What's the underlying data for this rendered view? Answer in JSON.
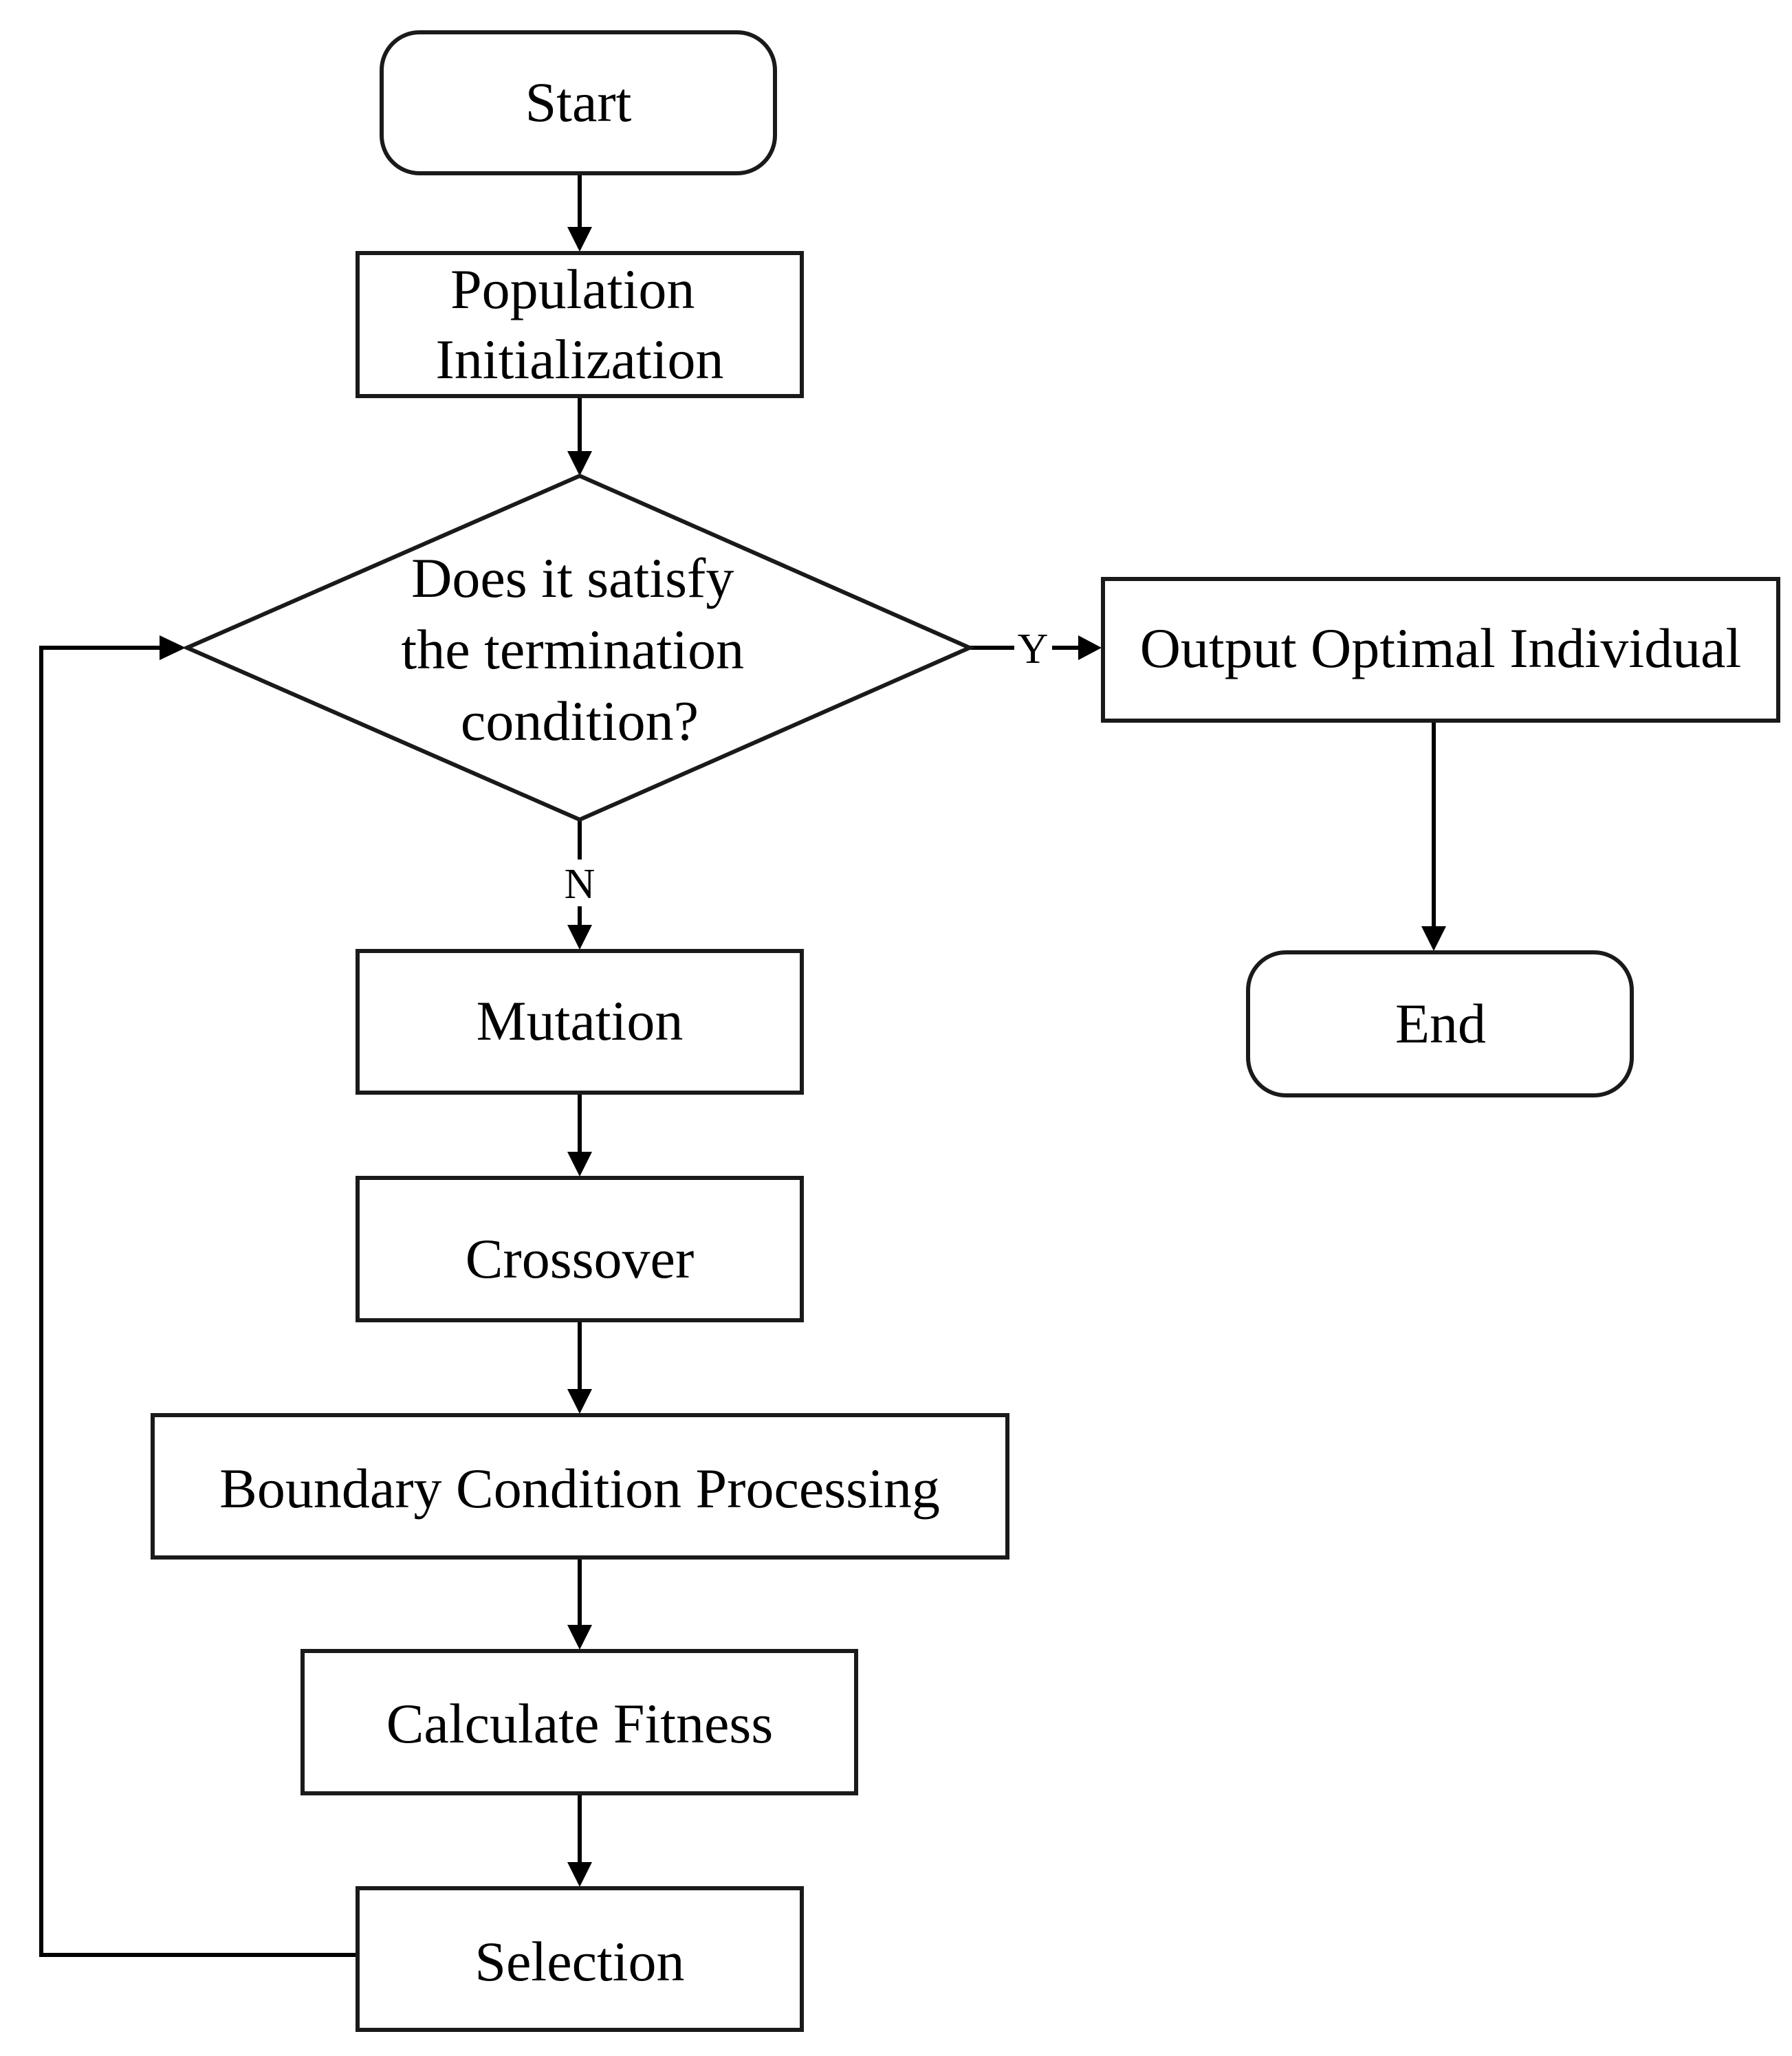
{
  "colors": {
    "background": "#ffffff",
    "stroke": "#1a1a1a",
    "text": "#000000"
  },
  "nodes": {
    "start": "Start",
    "population_init": [
      "Population",
      "Initialization"
    ],
    "termination_check": [
      "Does it satisfy",
      "the termination",
      "condition?"
    ],
    "output_optimal": "Output Optimal Individual",
    "end": "End",
    "mutation": "Mutation",
    "crossover": "Crossover",
    "boundary_processing": "Boundary Condition Processing",
    "calculate_fitness": "Calculate Fitness",
    "selection": "Selection"
  },
  "edge_labels": {
    "yes": "Y",
    "no": "N"
  }
}
